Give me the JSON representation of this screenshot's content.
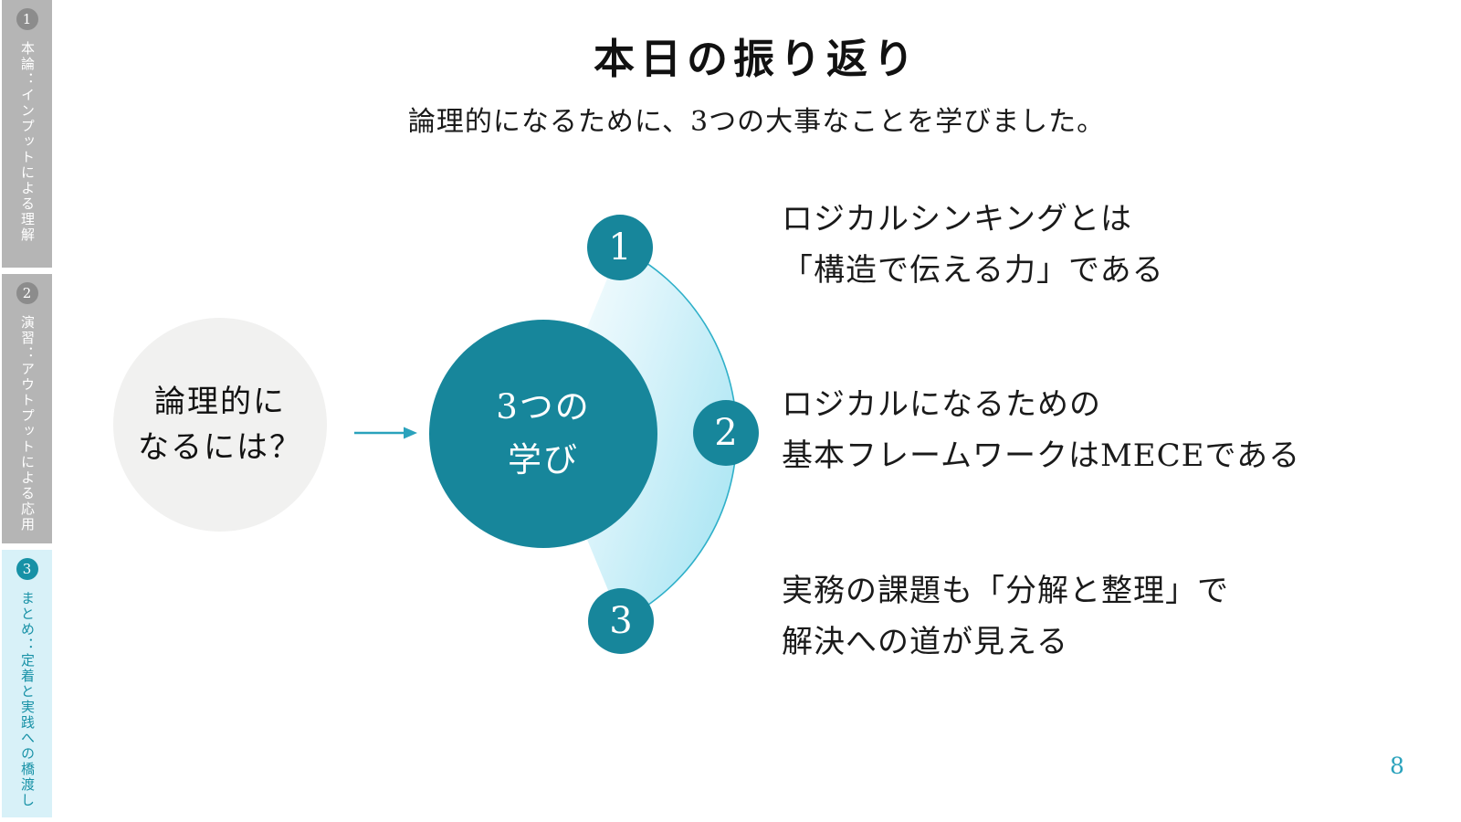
{
  "page": {
    "number": "8"
  },
  "colors": {
    "accent_teal": "#17869b",
    "arc_stroke": "#2fb0c9",
    "fan_light": "#f2fbfe",
    "fan_deep": "#b0e7f4",
    "sidebar_gray": "#b5b5b5",
    "sidebar_badge_gray": "#8c8c8c",
    "sidebar_active_bg": "#d8f1f8",
    "sidebar_active_text": "#1791a6",
    "page_number_teal": "#2aa2bc",
    "question_circle_bg": "#f1f1f0"
  },
  "sidebar": {
    "items": [
      {
        "badge": "1",
        "label": "本論：インプットによる理解",
        "active": false
      },
      {
        "badge": "2",
        "label": "演習：アウトプットによる応用",
        "active": false
      },
      {
        "badge": "3",
        "label": "まとめ：定着と実践への橋渡し",
        "active": true
      }
    ]
  },
  "header": {
    "title": "本日の振り返り",
    "subtitle": "論理的になるために、3つの大事なことを学びました。"
  },
  "diagram": {
    "question_circle": {
      "lines": [
        "論理的に",
        "なるには？"
      ]
    },
    "central_circle": {
      "lines": [
        "3つの",
        "学び"
      ]
    },
    "badges": [
      "1",
      "2",
      "3"
    ],
    "arrow": "right"
  },
  "points": [
    {
      "number": "1",
      "lines": [
        "ロジカルシンキングとは",
        "「構造で伝える力」である"
      ]
    },
    {
      "number": "2",
      "lines": [
        "ロジカルになるための",
        "基本フレームワークはMECEである"
      ]
    },
    {
      "number": "3",
      "lines": [
        "実務の課題も「分解と整理」で",
        "解決への道が見える"
      ]
    }
  ]
}
